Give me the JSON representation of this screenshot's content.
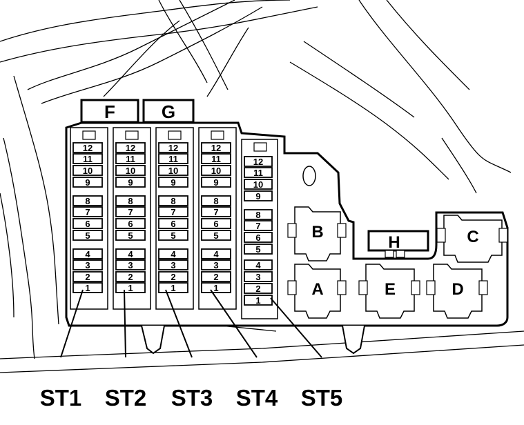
{
  "connectors": {
    "F": "F",
    "G": "G",
    "H": "H"
  },
  "relays": {
    "A": "A",
    "B": "B",
    "C": "C",
    "D": "D",
    "E": "E"
  },
  "strips": [
    {
      "label": "ST1",
      "fuses": [
        "12",
        "11",
        "10",
        "9",
        "8",
        "7",
        "6",
        "5",
        "4",
        "3",
        "2",
        "1"
      ]
    },
    {
      "label": "ST2",
      "fuses": [
        "12",
        "11",
        "10",
        "9",
        "8",
        "7",
        "6",
        "5",
        "4",
        "3",
        "2",
        "1"
      ]
    },
    {
      "label": "ST3",
      "fuses": [
        "12",
        "11",
        "10",
        "9",
        "8",
        "7",
        "6",
        "5",
        "4",
        "3",
        "2",
        "1"
      ]
    },
    {
      "label": "ST4",
      "fuses": [
        "12",
        "11",
        "10",
        "9",
        "8",
        "7",
        "6",
        "5",
        "4",
        "3",
        "2",
        "1"
      ]
    },
    {
      "label": "ST5",
      "fuses": [
        "12",
        "11",
        "10",
        "9",
        "8",
        "7",
        "6",
        "5",
        "4",
        "3",
        "2",
        "1"
      ]
    }
  ],
  "colors": {
    "line": "#000000",
    "background": "#ffffff"
  }
}
